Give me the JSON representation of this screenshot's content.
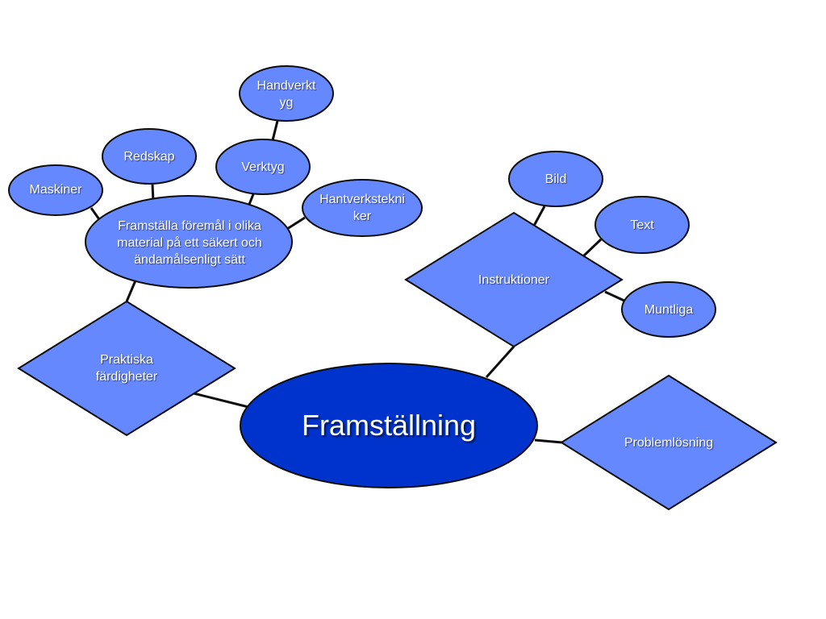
{
  "colors": {
    "center_fill": "#0033cc",
    "node_fill": "#6688ff",
    "stroke": "#0d0d0d",
    "text": "#ffffff"
  },
  "nodes": {
    "center": "Framställning",
    "praktiska": "Praktiska färdigheter",
    "framstalla": "Framställa föremål i olika material på ett säkert och ändamålsenligt sätt",
    "maskiner": "Maskiner",
    "redskap": "Redskap",
    "verktyg": "Verktyg",
    "handverktyg": "Handverktyg",
    "hantverkstekniker": "Hantverkstekniker",
    "instruktioner": "Instruktioner",
    "bild": "Bild",
    "text": "Text",
    "muntliga": "Muntliga",
    "problemlosning": "Problemlösning"
  }
}
